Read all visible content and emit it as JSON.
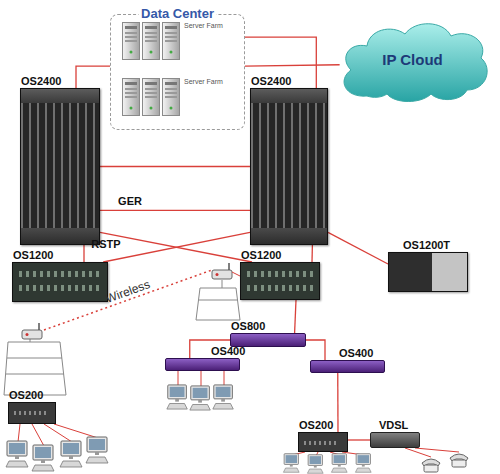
{
  "diagram": {
    "nodes": [
      {
        "text": [
          "Data Center"
        ]
      },
      {
        "text": [
          "IP Cloud"
        ]
      },
      {
        "text": [
          "OS2400"
        ]
      },
      {
        "text": [
          "OS2400"
        ]
      },
      {
        "text": [
          "OS1200"
        ]
      },
      {
        "text": [
          "OS1200"
        ]
      },
      {
        "text": [
          "OS1200T"
        ]
      },
      {
        "text": [
          "OS800"
        ]
      },
      {
        "text": [
          "OS400"
        ]
      },
      {
        "text": [
          "OS400"
        ]
      },
      {
        "text": [
          "OS200"
        ]
      },
      {
        "text": [
          "OS200"
        ]
      },
      {
        "text": [
          "VDSL"
        ]
      }
    ],
    "edges": [
      {
        "from": 0,
        "to": 1,
        "arrow": "none"
      },
      {
        "from": 0,
        "to": 2,
        "arrow": "none"
      },
      {
        "from": 0,
        "to": 3,
        "arrow": "none"
      },
      {
        "from": 2,
        "to": 3,
        "arrow": "none"
      },
      {
        "from": 2,
        "to": 3,
        "label": "GER",
        "arrow": "none"
      },
      {
        "from": 2,
        "to": 5,
        "arrow": "none"
      },
      {
        "from": 3,
        "to": 4,
        "arrow": "none"
      },
      {
        "from": 2,
        "to": 4,
        "label": "RSTP",
        "arrow": "none"
      },
      {
        "from": 3,
        "to": 5,
        "arrow": "none"
      },
      {
        "from": 3,
        "to": 6,
        "arrow": "none"
      },
      {
        "from": 5,
        "to": 7,
        "arrow": "none"
      },
      {
        "from": 7,
        "to": 8,
        "arrow": "none"
      },
      {
        "from": 7,
        "to": 9,
        "arrow": "none"
      },
      {
        "from": 9,
        "to": 11,
        "arrow": "none"
      },
      {
        "from": 11,
        "to": 12,
        "arrow": "none"
      }
    ],
    "labels": [
      "Server Farm",
      "Server Farm",
      "Wireless"
    ]
  }
}
